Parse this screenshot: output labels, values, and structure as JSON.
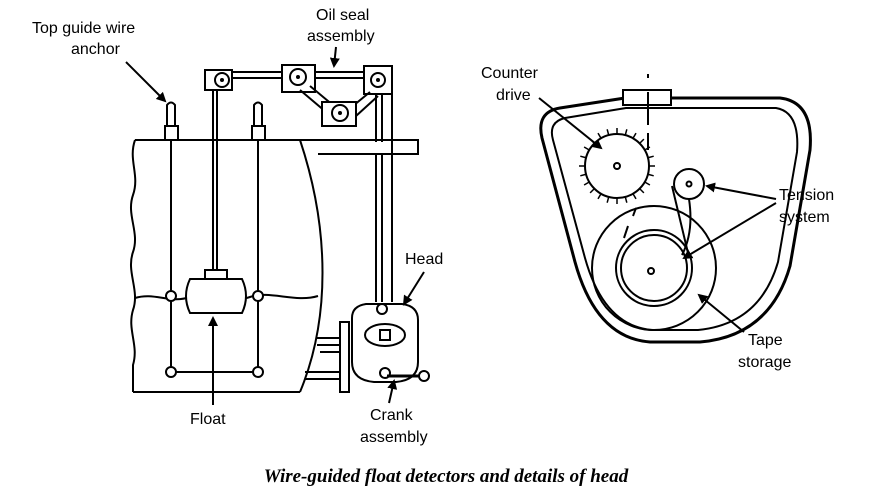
{
  "labels": {
    "top_guide_wire_anchor_1": "Top guide wire",
    "top_guide_wire_anchor_2": "anchor",
    "oil_seal_assembly_1": "Oil seal",
    "oil_seal_assembly_2": "assembly",
    "head": "Head",
    "float": "Float",
    "crank_assembly_1": "Crank",
    "crank_assembly_2": "assembly",
    "counter_drive_1": "Counter",
    "counter_drive_2": "drive",
    "tension_system_1": "Tension",
    "tension_system_2": "system",
    "tape_storage_1": "Tape",
    "tape_storage_2": "storage"
  },
  "caption": "Wire-guided float detectors and details of head"
}
